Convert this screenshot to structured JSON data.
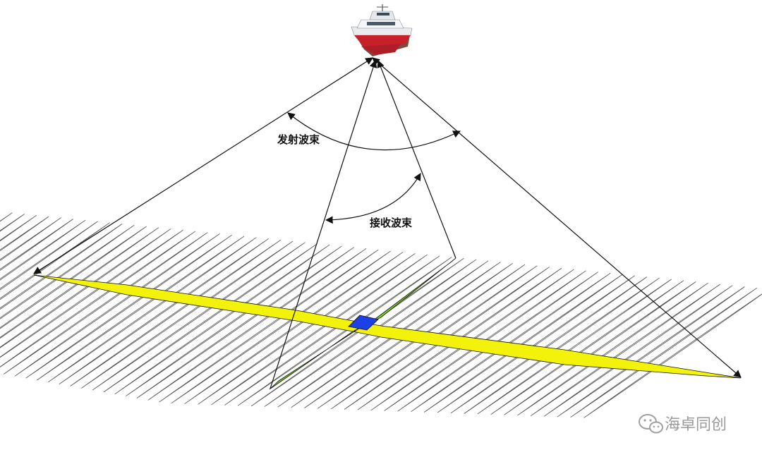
{
  "labels": {
    "transmit_beam": "发射波束",
    "receive_beam": "接收波束"
  },
  "watermark": {
    "text": "海卓同创",
    "icon": "wechat-icon"
  },
  "colors": {
    "transmit_swath": "#f2f20a",
    "receive_swath": "#7ed321",
    "footprint": "#1d3fe6",
    "outline": "#111111",
    "ripple": "#555555"
  }
}
